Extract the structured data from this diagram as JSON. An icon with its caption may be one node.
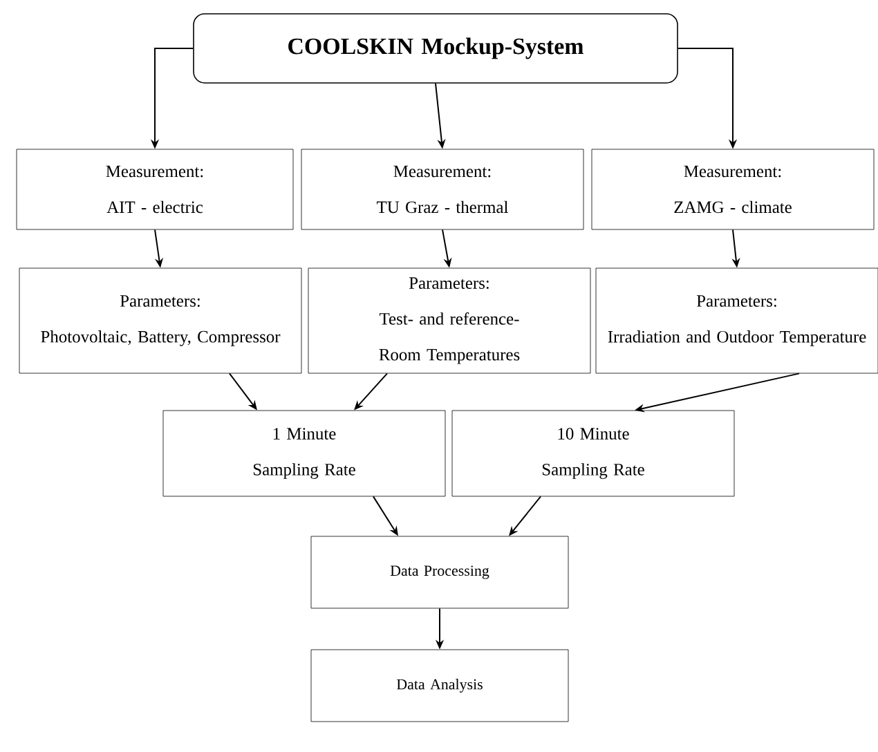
{
  "diagram": {
    "nodes": [
      {
        "text": [
          "COOLSKIN Mockup-System"
        ]
      },
      {
        "text": [
          "Measurement:",
          "AIT - electric"
        ]
      },
      {
        "text": [
          "Measurement:",
          "TU Graz - thermal"
        ]
      },
      {
        "text": [
          "Measurement:",
          "ZAMG - climate"
        ]
      },
      {
        "text": [
          "Parameters:",
          "Photovoltaic, Battery, Compressor"
        ]
      },
      {
        "text": [
          "Parameters:",
          "Test- and reference- Room Temperatures"
        ]
      },
      {
        "text": [
          "Parameters:",
          "Irradiation and Outdoor Temperature"
        ]
      },
      {
        "text": [
          "1 Minute Sampling Rate"
        ]
      },
      {
        "text": [
          "10 Minute Sampling Rate"
        ]
      },
      {
        "text": [
          "Data Processing"
        ]
      },
      {
        "text": [
          "Data Analysis"
        ]
      }
    ],
    "edges": [
      {
        "from": 0,
        "to": 1,
        "arrow": "to"
      },
      {
        "from": 0,
        "to": 2,
        "arrow": "to"
      },
      {
        "from": 0,
        "to": 3,
        "arrow": "to"
      },
      {
        "from": 1,
        "to": 4,
        "arrow": "to"
      },
      {
        "from": 2,
        "to": 5,
        "arrow": "to"
      },
      {
        "from": 3,
        "to": 6,
        "arrow": "to"
      },
      {
        "from": 4,
        "to": 7,
        "arrow": "to"
      },
      {
        "from": 5,
        "to": 7,
        "arrow": "to"
      },
      {
        "from": 6,
        "to": 8,
        "arrow": "to"
      },
      {
        "from": 7,
        "to": 9,
        "arrow": "to"
      },
      {
        "from": 8,
        "to": 9,
        "arrow": "to"
      },
      {
        "from": 9,
        "to": 10,
        "arrow": "to"
      }
    ]
  }
}
